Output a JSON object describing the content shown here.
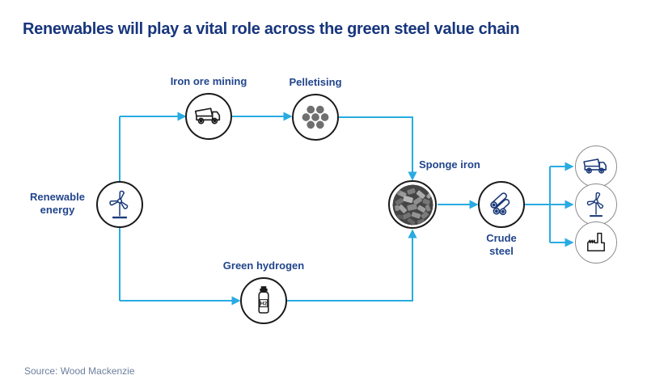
{
  "title": "Renewables will play a vital role across the green steel value chain",
  "source": "Source: Wood Mackenzie",
  "colors": {
    "accent_arrow": "#29abe2",
    "title_navy": "#17357c",
    "label_blue": "#21458c",
    "source_gray_blue": "#6b7f9e",
    "node_border_black": "#1a1a1a",
    "outcome_border_gray": "#8c8c8c",
    "icon_navy": "#1b3a7a",
    "pellet_gray": "#6f6f6f"
  },
  "nodes": {
    "renewable_energy": {
      "label": "Renewable energy",
      "icon": "wind-turbine-icon"
    },
    "iron_ore_mining": {
      "label": "Iron ore mining",
      "icon": "dump-truck-icon"
    },
    "pelletising": {
      "label": "Pelletising",
      "icon": "pellets-icon"
    },
    "green_hydrogen": {
      "label": "Green hydrogen",
      "icon": "hydrogen-bottle-icon",
      "bottle_text": "H2"
    },
    "sponge_iron": {
      "label": "Sponge iron",
      "icon": "sponge-iron-photo"
    },
    "crude_steel": {
      "label": "Crude steel",
      "icon": "steel-pipes-icon"
    },
    "outcomes": [
      {
        "icon": "dump-truck-icon"
      },
      {
        "icon": "wind-turbine-icon"
      },
      {
        "icon": "factory-icon"
      }
    ]
  }
}
